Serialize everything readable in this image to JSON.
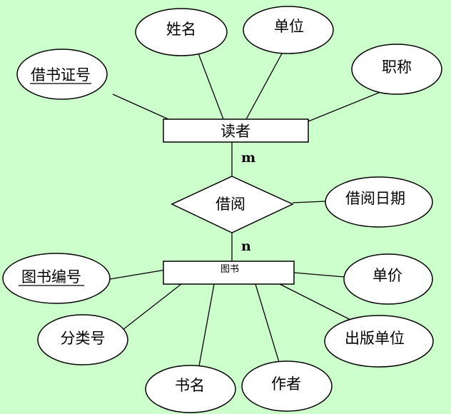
{
  "colors": {
    "background": "#ccffcc",
    "shape_fill": "#ffffff",
    "stroke": "#000000"
  },
  "entities": {
    "reader": {
      "label": "读者"
    },
    "book": {
      "label": "图书"
    }
  },
  "relationship": {
    "label": "借阅"
  },
  "cardinality": {
    "reader_side": "m",
    "book_side": "n"
  },
  "reader_attributes": [
    {
      "label": "借书证号",
      "key": true
    },
    {
      "label": "姓名",
      "key": false
    },
    {
      "label": "单位",
      "key": false
    },
    {
      "label": "职称",
      "key": false
    }
  ],
  "relationship_attributes": [
    {
      "label": "借阅日期",
      "key": false
    }
  ],
  "book_attributes": [
    {
      "label": "图书编号",
      "key": true
    },
    {
      "label": "分类号",
      "key": false
    },
    {
      "label": "书名",
      "key": false
    },
    {
      "label": "作者",
      "key": false
    },
    {
      "label": "出版单位",
      "key": false
    },
    {
      "label": "单价",
      "key": false
    }
  ]
}
